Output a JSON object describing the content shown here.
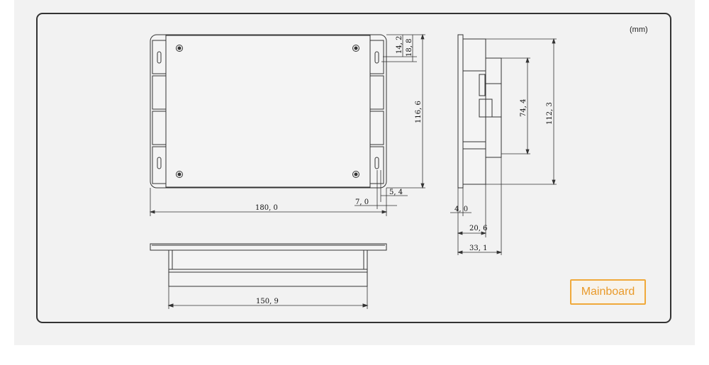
{
  "units_label": "(mm)",
  "tag_label": "Mainboard",
  "dimensions": {
    "d_14_2": "14, 2",
    "d_18_8": "18, 8",
    "d_116_6": "116, 6",
    "d_5_4": "5, 4",
    "d_7_0": "7, 0",
    "d_180_0": "180, 0",
    "d_150_9": "150, 9",
    "d_74_4": "74, 4",
    "d_112_3": "112, 3",
    "d_4_0": "4, 0",
    "d_20_6": "20, 6",
    "d_33_1": "33, 1"
  },
  "colors": {
    "line": "#333333",
    "accent": "#f0a93a"
  }
}
